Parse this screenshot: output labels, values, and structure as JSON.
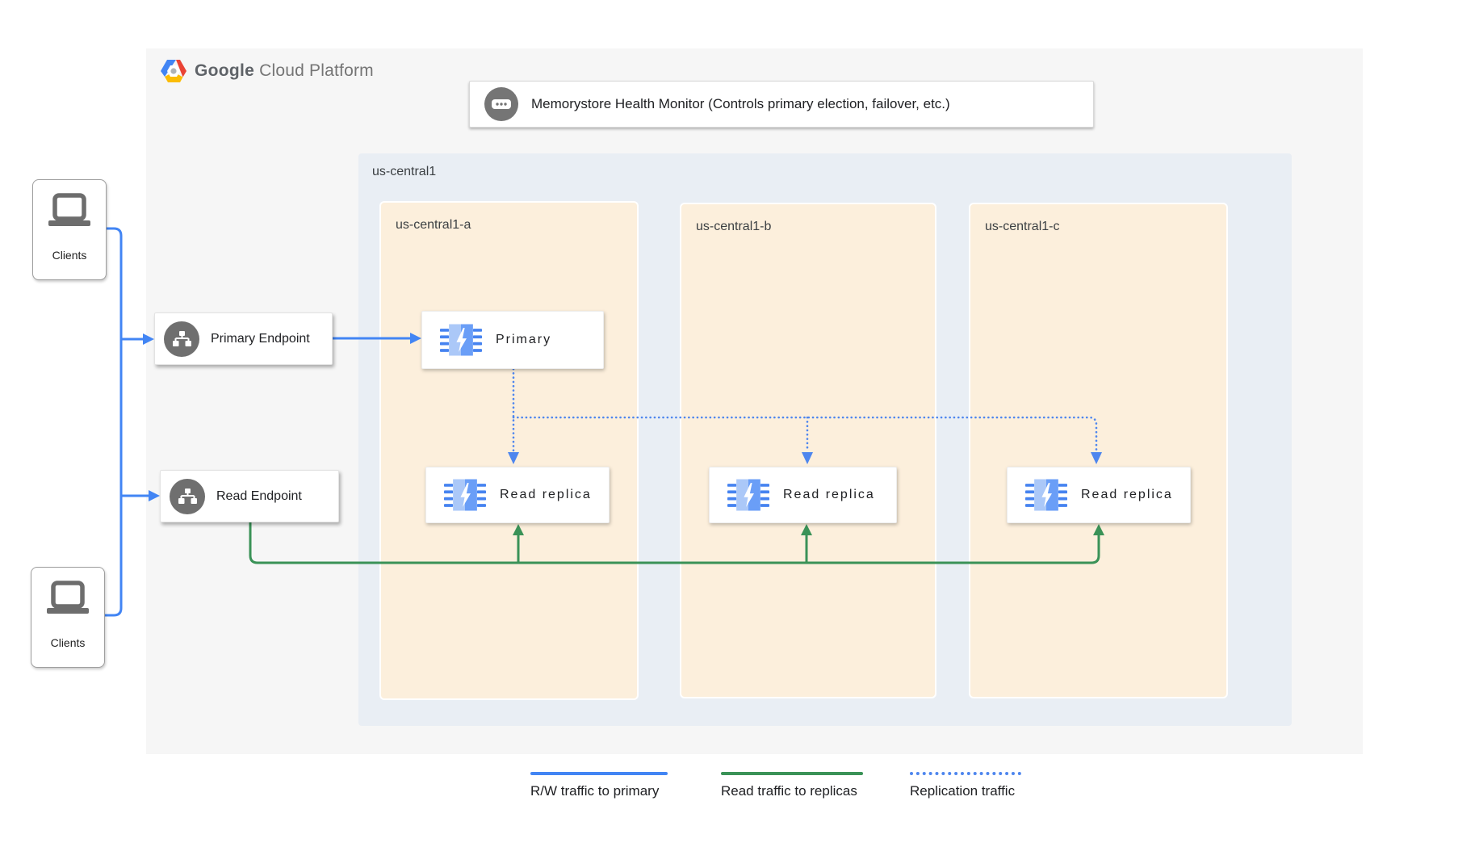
{
  "brand": {
    "bold": "Google",
    "light": "Cloud Platform"
  },
  "monitor": {
    "label": "Memorystore Health Monitor (Controls primary election, failover, etc.)"
  },
  "region": {
    "label": "us-central1",
    "zones": [
      {
        "label": "us-central1-a"
      },
      {
        "label": "us-central1-b"
      },
      {
        "label": "us-central1-c"
      }
    ]
  },
  "nodes": {
    "primary": {
      "label": "Primary"
    },
    "replicas": [
      {
        "label": "Read replica"
      },
      {
        "label": "Read replica"
      },
      {
        "label": "Read replica"
      }
    ]
  },
  "endpoints": {
    "primary": {
      "label": "Primary Endpoint"
    },
    "read": {
      "label": "Read Endpoint"
    }
  },
  "clients": [
    {
      "label": "Clients"
    },
    {
      "label": "Clients"
    }
  ],
  "legend": [
    {
      "label": "R/W traffic to primary",
      "style": "solid",
      "color": "#4285f4"
    },
    {
      "label": "Read traffic to replicas",
      "style": "solid",
      "color": "#3a9257"
    },
    {
      "label": "Replication traffic",
      "style": "dotted",
      "color": "#4e86ee"
    }
  ],
  "icons": {
    "brand_logo": "gcp-hexagon-logo",
    "monitor": "chat-dots-icon",
    "endpoint": "network-sitemap-icon",
    "client": "laptop-icon",
    "memorystore": "memorystore-chip-bolt-icon"
  },
  "colors": {
    "rw_traffic_blue": "#4285f4",
    "read_traffic_green": "#3a9257",
    "replication_blue": "#4e86ee",
    "zone_bg": "#fcefdc",
    "region_bg": "#e9eef4",
    "panel_bg": "#f6f6f6",
    "icon_gray": "#6f6f6f"
  }
}
